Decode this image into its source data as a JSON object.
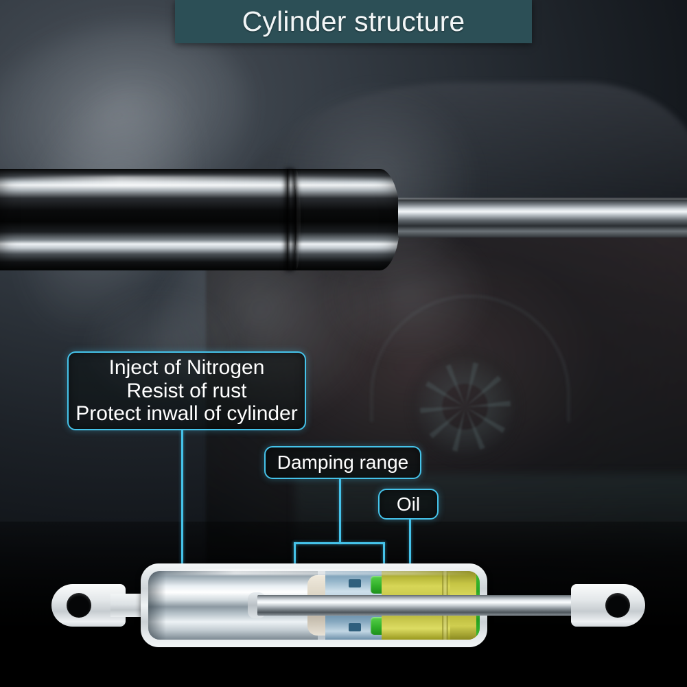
{
  "title_banner": {
    "text": "Cylinder structure",
    "background_color": "#2c4f56",
    "text_color": "#f2f6f7"
  },
  "accent_color": "#45c3ea",
  "hero": {
    "product_name": "gas-spring-strut-photo",
    "barrel_color": "#050606",
    "rod_color": "#d2d9de"
  },
  "background": {
    "scene": "dark-car-with-smoke",
    "base_color": "#1d2228"
  },
  "callouts": [
    {
      "id": "nitrogen",
      "lines": [
        "Inject of Nitrogen",
        "Resist of rust",
        "Protect inwall of cylinder"
      ],
      "points_to": "nitrogen-chamber"
    },
    {
      "id": "damping",
      "lines": [
        "Damping range"
      ],
      "points_to": "oil-chamber-bracket"
    },
    {
      "id": "oil",
      "lines": [
        "Oil"
      ],
      "points_to": "oil-chamber"
    }
  ],
  "cutaway": {
    "name": "gas-spring-cutaway-diagram",
    "parts": [
      {
        "name": "mounting-eyelet-left",
        "color": "#e3e7e9"
      },
      {
        "name": "nitrogen-chamber",
        "color": "#e9eff3"
      },
      {
        "name": "piston-assembly",
        "color": "#93b4c9"
      },
      {
        "name": "piston-seal-green",
        "color": "#2fae28"
      },
      {
        "name": "oil-chamber",
        "color": "#d7d657"
      },
      {
        "name": "end-seal-cyan",
        "color": "#23b6e4"
      },
      {
        "name": "piston-rod",
        "color": "#e7ecef"
      },
      {
        "name": "mounting-eyelet-right",
        "color": "#e3e7e9"
      }
    ]
  }
}
